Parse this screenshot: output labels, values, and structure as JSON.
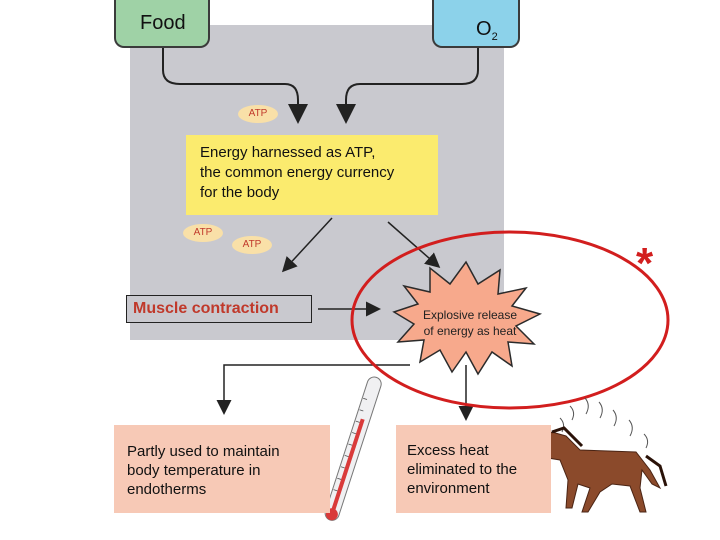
{
  "food_label": "Food",
  "o2": {
    "letter": "O",
    "sub": "2"
  },
  "atp_label": "ATP",
  "energy_text": "Energy harnessed as ATP,\nthe common energy currency\nfor the body",
  "muscle_label": "Muscle contraction",
  "explosive_text": "Explosive release of energy as heat",
  "asterisk": "*",
  "partly_text": "Partly used to maintain\nbody temperature in\nendotherms",
  "excess_text": "Excess heat\neliminated to the\nenvironment",
  "colors": {
    "food_box": "#9fd2a6",
    "o2_box": "#8cd2ea",
    "panel": "#c9c9cf",
    "energy_box": "#fbeb6e",
    "atp_bubble": "#f9e0a8",
    "heat_burst": "#f7a98c",
    "result_box": "#f7c9b6",
    "highlight_ring": "#d21e1e"
  }
}
